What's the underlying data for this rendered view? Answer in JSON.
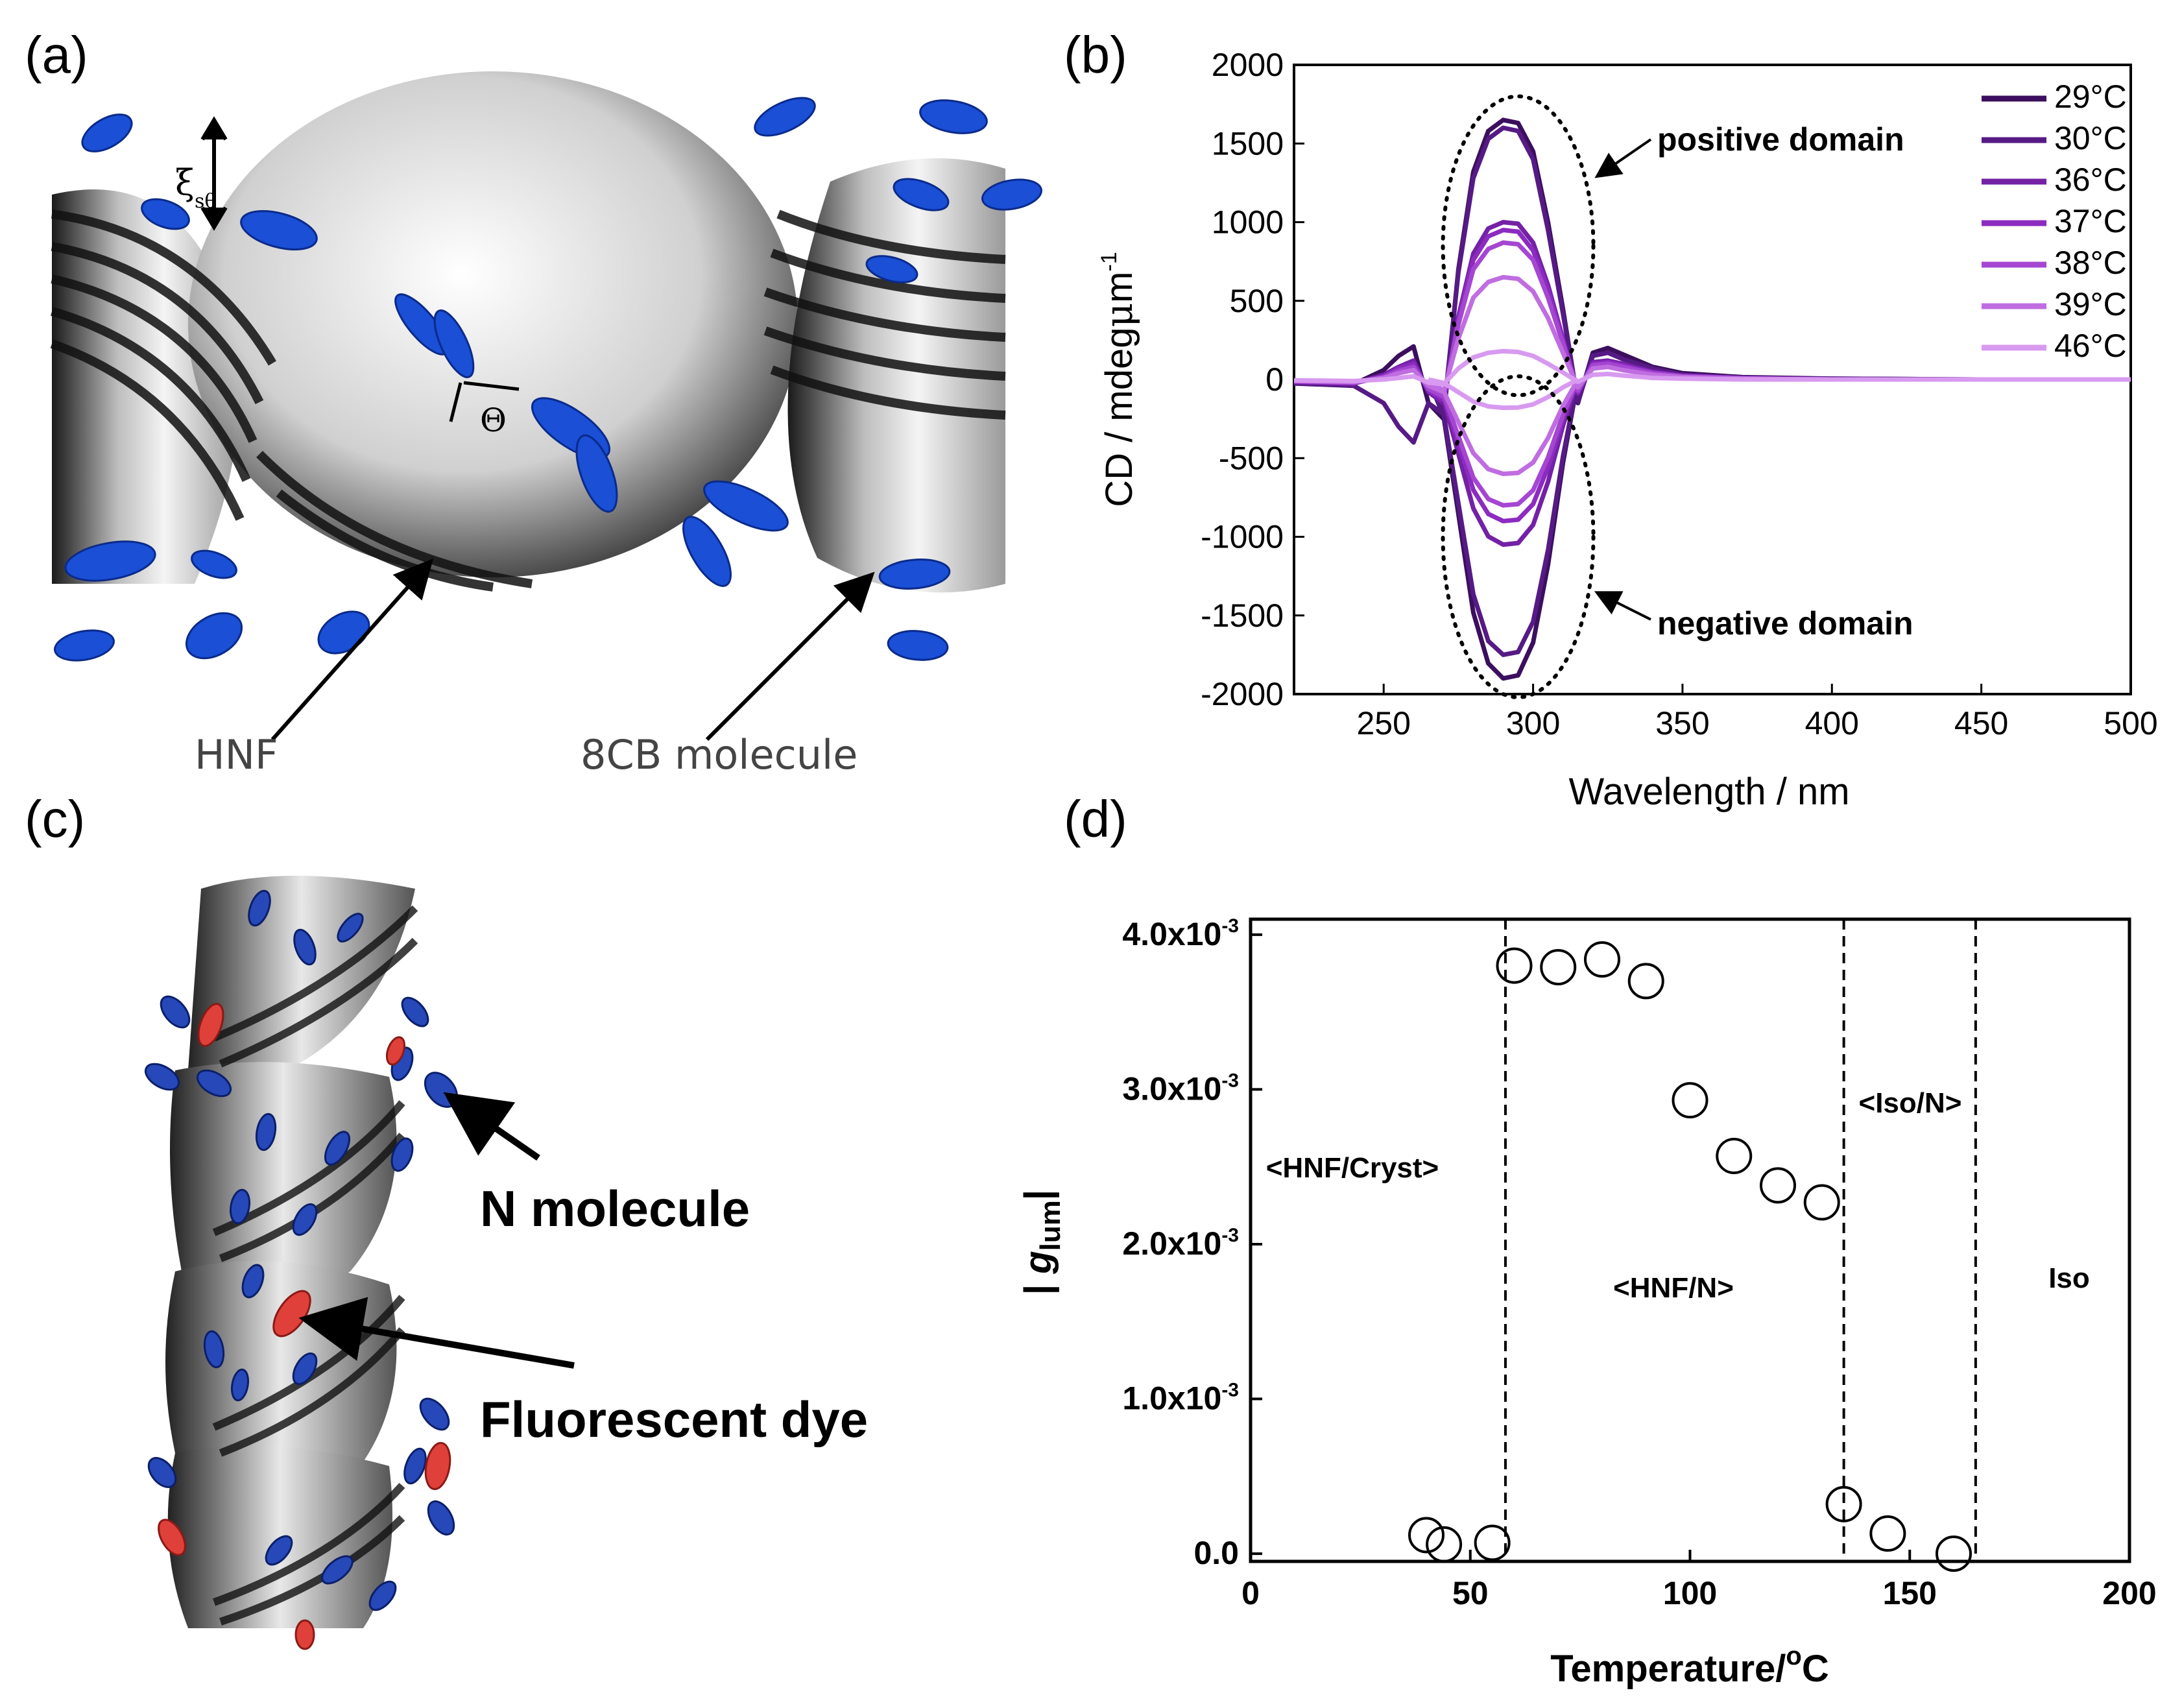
{
  "panels": {
    "a": {
      "label": "(a)",
      "annotations": {
        "xi": "ξ",
        "xi_sub": "sθ",
        "theta": "Θ",
        "hnf": "HNF",
        "molecule": "8CB molecule"
      }
    },
    "b": {
      "label": "(b)"
    },
    "c": {
      "label": "(c)",
      "annotations": {
        "n_molecule": "N molecule",
        "dye": "Fluorescent dye"
      }
    },
    "d": {
      "label": "(d)"
    }
  },
  "colors": {
    "molecule_blue": "#1a4fd6",
    "dye_red": "#e0403a",
    "series": [
      "#3b0f5e",
      "#561a85",
      "#7421a6",
      "#8c2bc0",
      "#a546d2",
      "#bf6de0",
      "#d89af0"
    ]
  },
  "chart_data": [
    {
      "type": "line",
      "panel": "b",
      "xlabel": "Wavelength / nm",
      "ylabel": "CD / mdeg·μm⁻¹",
      "ylabel_main": "CD / mdeg",
      "ylabel_mu": "μ",
      "ylabel_m": "m",
      "ylabel_sup": "-1",
      "xlim": [
        220,
        500
      ],
      "ylim": [
        -2000,
        2000
      ],
      "xticks": [
        250,
        300,
        350,
        400,
        450,
        500
      ],
      "yticks": [
        -2000,
        -1500,
        -1000,
        -500,
        0,
        500,
        1000,
        1500,
        2000
      ],
      "legend_position": "top-right",
      "legend_temp_unit": "°C",
      "annotations": {
        "positive": "positive domain",
        "negative": "negative domain"
      },
      "x": [
        220,
        240,
        250,
        255,
        260,
        265,
        270,
        275,
        280,
        285,
        290,
        295,
        300,
        305,
        310,
        315,
        320,
        325,
        330,
        340,
        350,
        370,
        400,
        450,
        500
      ],
      "series": [
        {
          "name": "29",
          "positive_peak": 1650,
          "negative_peak": -1900,
          "values": [
            -20,
            -30,
            60,
            150,
            210,
            -150,
            -250,
            700,
            1320,
            1580,
            1650,
            1630,
            1450,
            1000,
            450,
            -150,
            170,
            200,
            160,
            80,
            40,
            15,
            5,
            0,
            0
          ]
        },
        {
          "name": "30",
          "positive_peak": 1600,
          "negative_peak": -1750,
          "values": [
            -25,
            -40,
            -150,
            -300,
            -400,
            -150,
            -220,
            680,
            1280,
            1530,
            1600,
            1580,
            1400,
            950,
            420,
            -140,
            150,
            170,
            130,
            70,
            30,
            10,
            5,
            0,
            0
          ]
        },
        {
          "name": "36",
          "positive_peak": 1000,
          "negative_peak": -1050,
          "values": [
            -15,
            -25,
            30,
            80,
            120,
            -80,
            -150,
            400,
            800,
            960,
            1000,
            990,
            870,
            600,
            260,
            -90,
            110,
            120,
            100,
            50,
            25,
            10,
            0,
            0,
            0
          ]
        },
        {
          "name": "37",
          "positive_peak": 950,
          "negative_peak": -900,
          "values": [
            -15,
            -25,
            20,
            70,
            100,
            -70,
            -130,
            380,
            760,
            910,
            950,
            940,
            820,
            570,
            250,
            -80,
            100,
            110,
            90,
            45,
            20,
            8,
            0,
            0,
            0
          ]
        },
        {
          "name": "38",
          "positive_peak": 870,
          "negative_peak": -800,
          "values": [
            -10,
            -20,
            15,
            55,
            80,
            -60,
            -110,
            350,
            700,
            830,
            870,
            860,
            760,
            520,
            230,
            -70,
            90,
            100,
            80,
            40,
            20,
            8,
            0,
            0,
            0
          ]
        },
        {
          "name": "39",
          "positive_peak": 650,
          "negative_peak": -600,
          "values": [
            -10,
            -15,
            10,
            40,
            60,
            -40,
            -80,
            260,
            520,
            620,
            650,
            640,
            560,
            390,
            170,
            -50,
            70,
            80,
            60,
            30,
            15,
            5,
            0,
            0,
            0
          ]
        },
        {
          "name": "46",
          "positive_peak": 180,
          "negative_peak": -180,
          "values": [
            -5,
            -10,
            0,
            10,
            20,
            -20,
            -30,
            70,
            140,
            170,
            180,
            175,
            150,
            100,
            45,
            -15,
            30,
            35,
            25,
            10,
            5,
            0,
            0,
            0,
            0
          ]
        }
      ]
    },
    {
      "type": "scatter",
      "panel": "d",
      "xlabel": "Temperature/ᵒC",
      "xlabel_main": "Temperature/",
      "xlabel_sup": "o",
      "xlabel_unit": "C",
      "ylabel": "| g_lum |",
      "ylabel_bar": "|",
      "ylabel_g": "g",
      "ylabel_sub": "lum",
      "xlim": [
        0,
        200
      ],
      "ylim": [
        -5e-05,
        0.0041
      ],
      "xticks": [
        0,
        50,
        100,
        150,
        200
      ],
      "yticks": [
        0.0,
        0.001,
        0.002,
        0.003,
        0.004
      ],
      "ytick_labels": [
        {
          "value": 0.0,
          "base": "0.0",
          "exp": ""
        },
        {
          "value": 0.001,
          "base": "1.0x10",
          "exp": "-3"
        },
        {
          "value": 0.002,
          "base": "2.0x10",
          "exp": "-3"
        },
        {
          "value": 0.003,
          "base": "3.0x10",
          "exp": "-3"
        },
        {
          "value": 0.004,
          "base": "4.0x10",
          "exp": "-3"
        }
      ],
      "vlines": [
        58,
        135,
        165
      ],
      "regions": [
        "<HNF/Cryst>",
        "<HNF/N>",
        "<Iso/N>",
        "Iso"
      ],
      "x": [
        40,
        44,
        55,
        60,
        70,
        80,
        90,
        100,
        110,
        120,
        130,
        135,
        145,
        160
      ],
      "y": [
        0.00012,
        6e-05,
        7e-05,
        0.0038,
        0.00379,
        0.00384,
        0.0037,
        0.00293,
        0.00257,
        0.00238,
        0.00227,
        0.00032,
        0.00013,
        0.0
      ]
    }
  ]
}
